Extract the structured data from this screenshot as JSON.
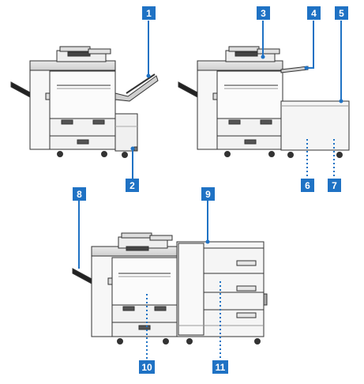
{
  "accent_color": "#1f72c4",
  "callouts": [
    {
      "id": "callout-1",
      "label": "1"
    },
    {
      "id": "callout-2",
      "label": "2"
    },
    {
      "id": "callout-3",
      "label": "3"
    },
    {
      "id": "callout-4",
      "label": "4"
    },
    {
      "id": "callout-5",
      "label": "5"
    },
    {
      "id": "callout-6",
      "label": "6"
    },
    {
      "id": "callout-7",
      "label": "7"
    },
    {
      "id": "callout-8",
      "label": "8"
    },
    {
      "id": "callout-9",
      "label": "9"
    },
    {
      "id": "callout-10",
      "label": "10"
    },
    {
      "id": "callout-11",
      "label": "11"
    }
  ]
}
